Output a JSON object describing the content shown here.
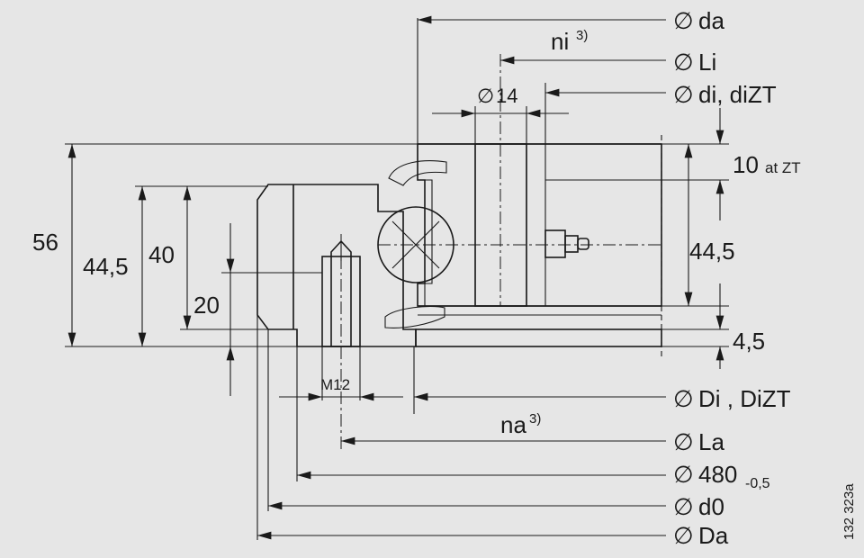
{
  "labels": {
    "da": "da",
    "ni": "ni",
    "ni_ref": "3)",
    "Li": "Li",
    "di": "di, diZT",
    "dia14": "14",
    "ten": "10",
    "at_zt": "at ZT",
    "h56": "56",
    "h445_left": "44,5",
    "h40": "40",
    "h20": "20",
    "h445_right": "44,5",
    "h45": "4,5",
    "m12": "M12",
    "Di": "Di , DiZT",
    "na": "na",
    "na_ref": "3)",
    "La": "La",
    "d480": "480",
    "d480_tol": "-0,5",
    "d0": "d0",
    "Da": "Da",
    "drawing_code": "132 323a",
    "diameter_symbol": "∅"
  },
  "colors": {
    "background": "#e6e6e6",
    "line": "#1a1a1a",
    "seal": "#555555",
    "white": "#ffffff"
  }
}
